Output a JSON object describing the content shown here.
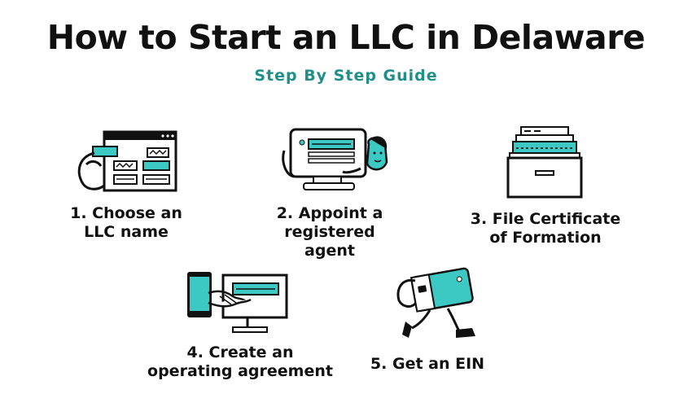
{
  "header": {
    "title": "How to Start an LLC in Delaware",
    "subtitle": "Step By Step Guide"
  },
  "colors": {
    "accent": "#1f8f8a",
    "teal_fill": "#3cc9c4",
    "ink": "#111111"
  },
  "steps": [
    {
      "icon": "web-form-icon",
      "lines": [
        "1. Choose an",
        "LLC name"
      ]
    },
    {
      "icon": "computer-with-agent-icon",
      "lines": [
        "2. Appoint a",
        "registered",
        "agent"
      ]
    },
    {
      "icon": "filing-cabinet-icon",
      "lines": [
        "3. File Certificate",
        "of Formation"
      ]
    },
    {
      "icon": "handshake-screen-icon",
      "lines": [
        "4. Create an",
        "operating agreement"
      ]
    },
    {
      "icon": "walking-card-icon",
      "lines": [
        "5. Get an EIN"
      ]
    }
  ]
}
